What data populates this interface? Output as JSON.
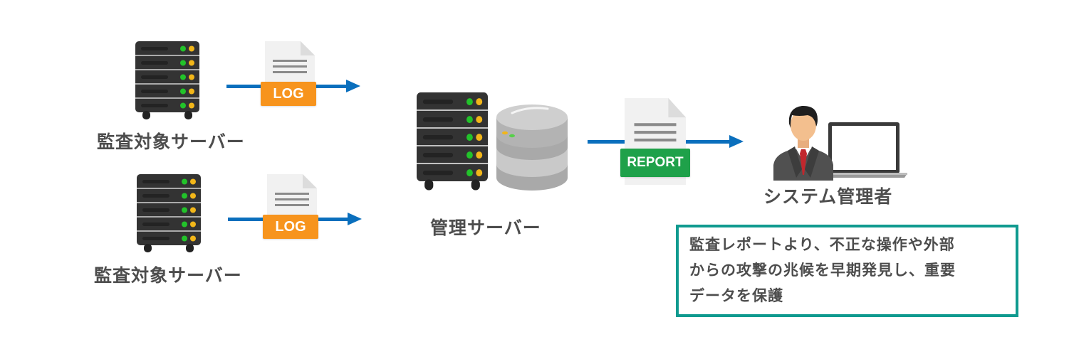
{
  "diagram": {
    "source_servers": [
      {
        "label": "監査対象サーバー",
        "document_badge": "LOG"
      },
      {
        "label": "監査対象サーバー",
        "document_badge": "LOG"
      }
    ],
    "management_server": {
      "label": "管理サーバー"
    },
    "report": {
      "document_badge": "REPORT"
    },
    "administrator": {
      "label": "システム管理者"
    },
    "note": {
      "lines": [
        "監査レポートより、不正な操作や外部",
        "からの攻撃の兆候を早期発見し、重要",
        "データを保護"
      ]
    }
  },
  "colors": {
    "arrow": "#0a6fbd",
    "log_badge": "#f7941d",
    "report_badge": "#1fa14a",
    "note_border": "#0f9a8f",
    "server_body": "#333333",
    "led_green": "#22c32a",
    "led_yellow": "#f2b619"
  }
}
